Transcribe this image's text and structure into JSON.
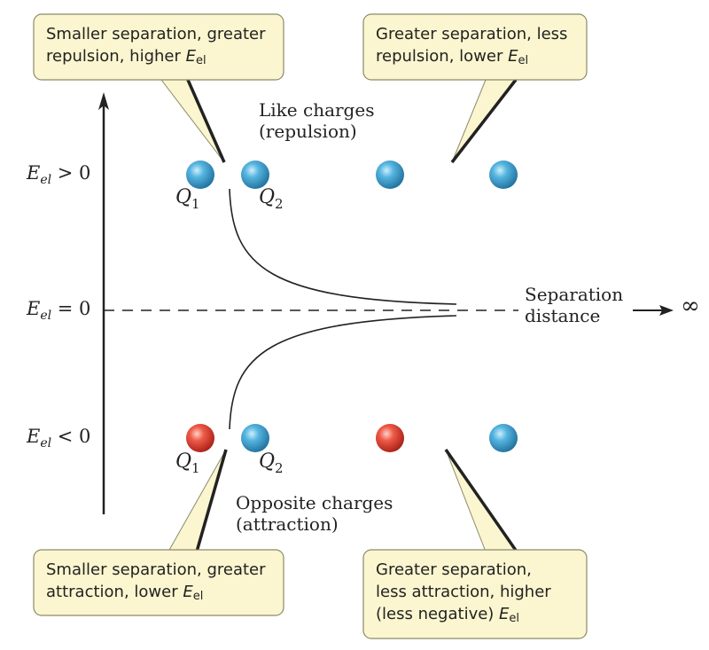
{
  "axis": {
    "positive_label": {
      "symbol": "E",
      "subscript": "el",
      "relation": " > 0"
    },
    "zero_label": {
      "symbol": "E",
      "subscript": "el",
      "relation": " = 0"
    },
    "negative_label": {
      "symbol": "E",
      "subscript": "el",
      "relation": " < 0"
    }
  },
  "like_charges": {
    "title_line1": "Like charges",
    "title_line2": "(repulsion)",
    "q1": {
      "symbol": "Q",
      "subscript": "1"
    },
    "q2": {
      "symbol": "Q",
      "subscript": "2"
    }
  },
  "opposite_charges": {
    "title_line1": "Opposite charges",
    "title_line2": "(attraction)",
    "q1": {
      "symbol": "Q",
      "subscript": "1"
    },
    "q2": {
      "symbol": "Q",
      "subscript": "2"
    }
  },
  "separation": {
    "line1": "Separation",
    "line2": "distance",
    "infinity": "∞"
  },
  "callouts": {
    "top_left": {
      "line1": "Smaller separation, greater",
      "line2_text": "repulsion, higher ",
      "symbol": "E",
      "subscript": "el"
    },
    "top_right": {
      "line1": "Greater separation, less",
      "line2_text": "repulsion, lower ",
      "symbol": "E",
      "subscript": "el"
    },
    "bottom_left": {
      "line1": "Smaller separation, greater",
      "line2_text": "attraction, lower ",
      "symbol": "E",
      "subscript": "el"
    },
    "bottom_right": {
      "line1": "Greater separation,",
      "line2": "less attraction, higher",
      "line3_text": "(less negative) ",
      "symbol": "E",
      "subscript": "el"
    }
  },
  "colors": {
    "positive_charge": "#3a9ccc",
    "negative_charge": "#e2463a",
    "callout_fill": "#fbf6cf",
    "callout_border": "#8a8a6a",
    "line": "#222222"
  }
}
